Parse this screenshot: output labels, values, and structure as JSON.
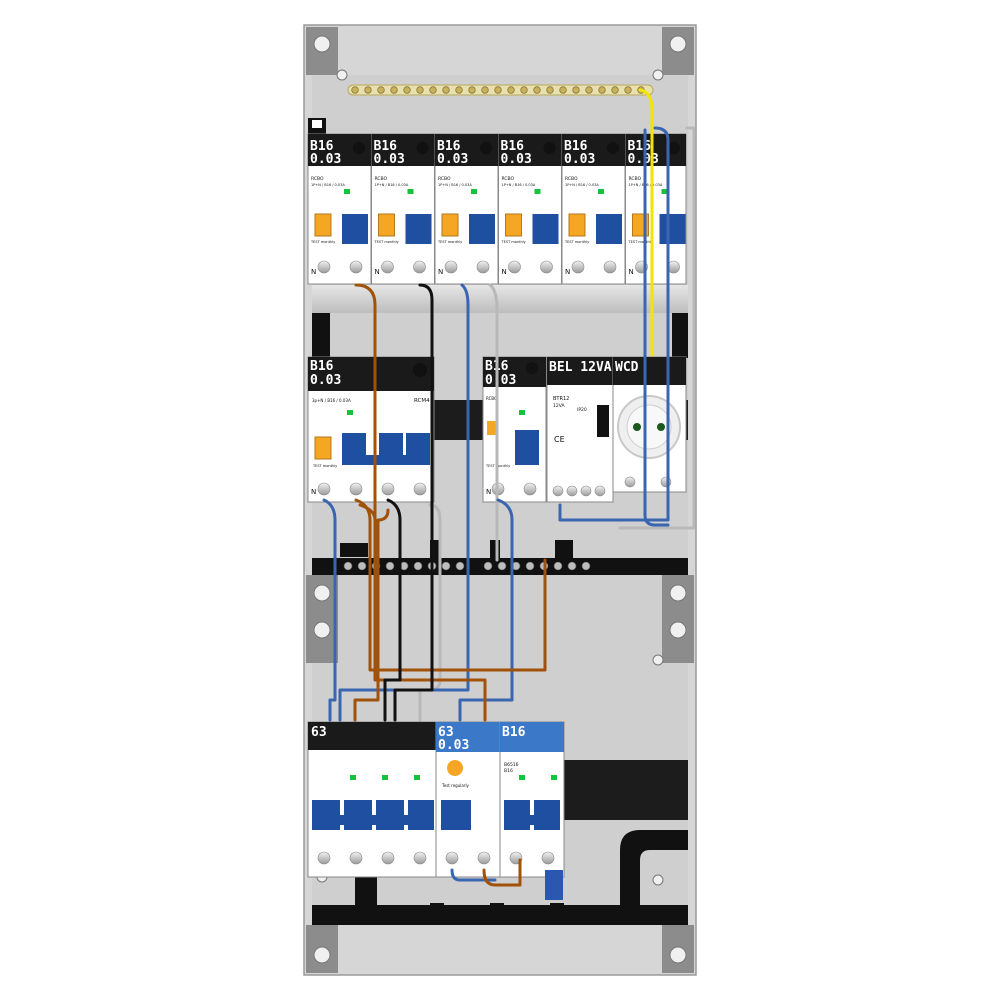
{
  "board": {
    "title": "",
    "colors": {
      "enclosure": "#d9d9d9",
      "panel_grey": "#c8c8c8",
      "breaker_body": "#ffffff",
      "label_black": "#1a1a1a",
      "label_blue": "#3c78c8",
      "handle_blue": "#1e4fa0",
      "test_orange": "#f5a623",
      "wire_blue": "#3a66b0",
      "wire_brown": "#a0520a",
      "wire_black": "#111111",
      "wire_grey": "#b8b8b8",
      "wire_yellow": "#f2e600",
      "busbar_brass": "#d9c27a"
    }
  },
  "row1": {
    "rcbos": [
      {
        "line1": "B16",
        "line2": "0.03",
        "model": "RCBO",
        "rating": "1P+N / B16 / 0.03A",
        "test_label": "TEST monthly",
        "n": "N"
      },
      {
        "line1": "B16",
        "line2": "0.03",
        "model": "RCBO",
        "rating": "1P+N / B16 / 0.03A",
        "test_label": "TEST monthly",
        "n": "N"
      },
      {
        "line1": "B16",
        "line2": "0.03",
        "model": "RCBO",
        "rating": "1P+N / B16 / 0.03A",
        "test_label": "TEST monthly",
        "n": "N"
      },
      {
        "line1": "B16",
        "line2": "0.03",
        "model": "RCBO",
        "rating": "1P+N / B16 / 0.03A",
        "test_label": "TEST monthly",
        "n": "N"
      },
      {
        "line1": "B16",
        "line2": "0.03",
        "model": "RCBO",
        "rating": "1P+N / B16 / 0.03A",
        "test_label": "TEST monthly",
        "n": "N"
      },
      {
        "line1": "B16",
        "line2": "0.03",
        "model": "RCBO",
        "rating": "1P+N / B16 / 0.03A",
        "test_label": "TEST monthly",
        "n": "N"
      }
    ]
  },
  "row2": {
    "rcm": {
      "line1": "B16",
      "line2": "0.03",
      "model": "RCM4",
      "rating": "3p+N / B16 / 0.03A",
      "test_label": "TEST monthly",
      "n": "N"
    },
    "rcbo": {
      "line1": "B16",
      "line2": "0.03",
      "model": "RCBO",
      "rating": "1P+N / B16 / 0.03A",
      "test_label": "TEST monthly",
      "n": "N"
    },
    "bell": {
      "label": "BEL 12VA",
      "model": "BTR12",
      "rating": "12VA",
      "ip": "IP20",
      "ce": "CE"
    },
    "socket": {
      "label": "WCD"
    }
  },
  "row3": {
    "main_switch": {
      "label": "63"
    },
    "main_rcd": {
      "line1": "63",
      "line2": "0.03",
      "test_label": "Test regularly"
    },
    "mcb": {
      "label": "B16",
      "model": "B6516",
      "rating": "B16"
    }
  }
}
